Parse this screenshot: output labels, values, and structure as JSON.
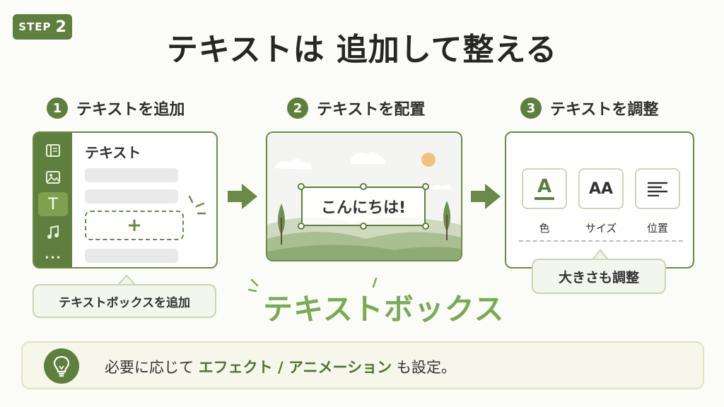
{
  "step_badge": {
    "prefix": "STEP",
    "number": "2"
  },
  "title": "テキストは 追加して整える",
  "steps": [
    {
      "number": "1",
      "label": "テキストを追加"
    },
    {
      "number": "2",
      "label": "テキストを配置"
    },
    {
      "number": "3",
      "label": "テキストを調整"
    }
  ],
  "panel1": {
    "header": "テキスト",
    "add_symbol": "+",
    "callout": "テキストボックスを追加",
    "sidebar_icons": [
      "layout-icon",
      "image-icon",
      "text-icon",
      "music-icon",
      "more-icon"
    ],
    "active_icon_glyph": "T",
    "more_glyph": "•••"
  },
  "panel2": {
    "sample_text": "こんにちは!",
    "caption": "テキストボックス"
  },
  "panel3": {
    "tools": [
      {
        "glyph": "A",
        "label": "色",
        "icon": "text-color-icon"
      },
      {
        "glyph": "AA",
        "label": "サイズ",
        "icon": "font-size-icon"
      },
      {
        "glyph": "",
        "label": "位置",
        "icon": "align-icon"
      }
    ],
    "callout": "大きさも調整"
  },
  "tip": {
    "before": "必要に応じて ",
    "highlight": "エフェクト / アニメーション",
    "after": " も設定。"
  },
  "colors": {
    "accent": "#5e7f3d",
    "accent_light": "#79ab55",
    "callout_bg": "#f3f6ec"
  }
}
